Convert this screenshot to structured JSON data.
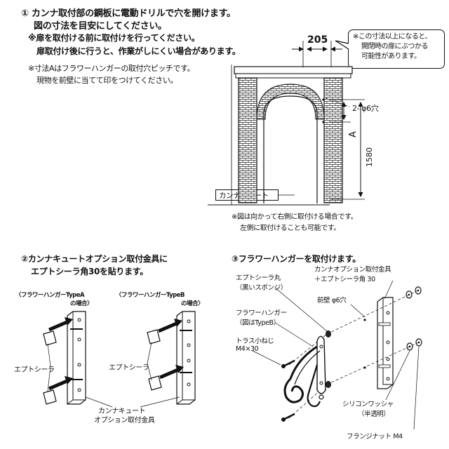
{
  "step1": {
    "title_line1": "① カンナ取付部の鋼板に電動ドリルで穴を開けます。",
    "title_line2": "図の寸法を目安にしてください。",
    "warn_line1": "※扉を取付ける前に取付けを行ってください。",
    "warn_line2": "扉取付け後に行うと、作業がしにくい場合があります。",
    "note_line1": "※寸法Aはフラワーハンガーの取付穴ピッチです。",
    "note_line2": "現物を前壁に当てて印をつけてください。",
    "dim_top": "205",
    "bubble_line1": "※この寸法以上になると、",
    "bubble_line2": "開閉時の扉にぶつかる",
    "bubble_line3": "可能性があります。",
    "hole_label": "2- φ6穴",
    "dim_a": "A",
    "dim_height": "1580",
    "product_label": "カンナキュート",
    "side_note_line1": "※図は向かって右側に取付ける場合です。",
    "side_note_line2": "左側に取付けることも可能です。"
  },
  "step2": {
    "title_line1": "②カンナキュートオプション取付金具に",
    "title_line2": "エプトシーラ角30を貼ります。",
    "type_a_line1": "〈フラワーハンガーTypeA",
    "type_a_line2": "の場合〉",
    "type_b_line1": "〈フラワーハンガーTypeB",
    "type_b_line2": "の場合〉",
    "eptsealer_a": "エプトシーラ",
    "eptsealer_b": "エプトシーラ",
    "bracket_line1": "カンナキュート",
    "bracket_line2": "オプション取付金具"
  },
  "step3": {
    "title": "③フラワーハンガーを取付けます。",
    "eptsealer_round_line1": "エプトシーラ丸",
    "eptsealer_round_line2": "（黒いスポンジ）",
    "option_bracket_line1": "カンナオプション取付金具",
    "option_bracket_line2": "＋エプトシーラ角 30",
    "front_wall_hole": "前壁 φ6穴",
    "flower_hanger_line1": "フラワーハンガー",
    "flower_hanger_line2": "（図はTypeB）",
    "truss_screw_line1": "トラス小ねじ",
    "truss_screw_line2": "M4×30",
    "silicon_washer_line1": "シリコンワッシャ",
    "silicon_washer_line2": "（半透明）",
    "flange_nut": "フランジナット M4"
  }
}
